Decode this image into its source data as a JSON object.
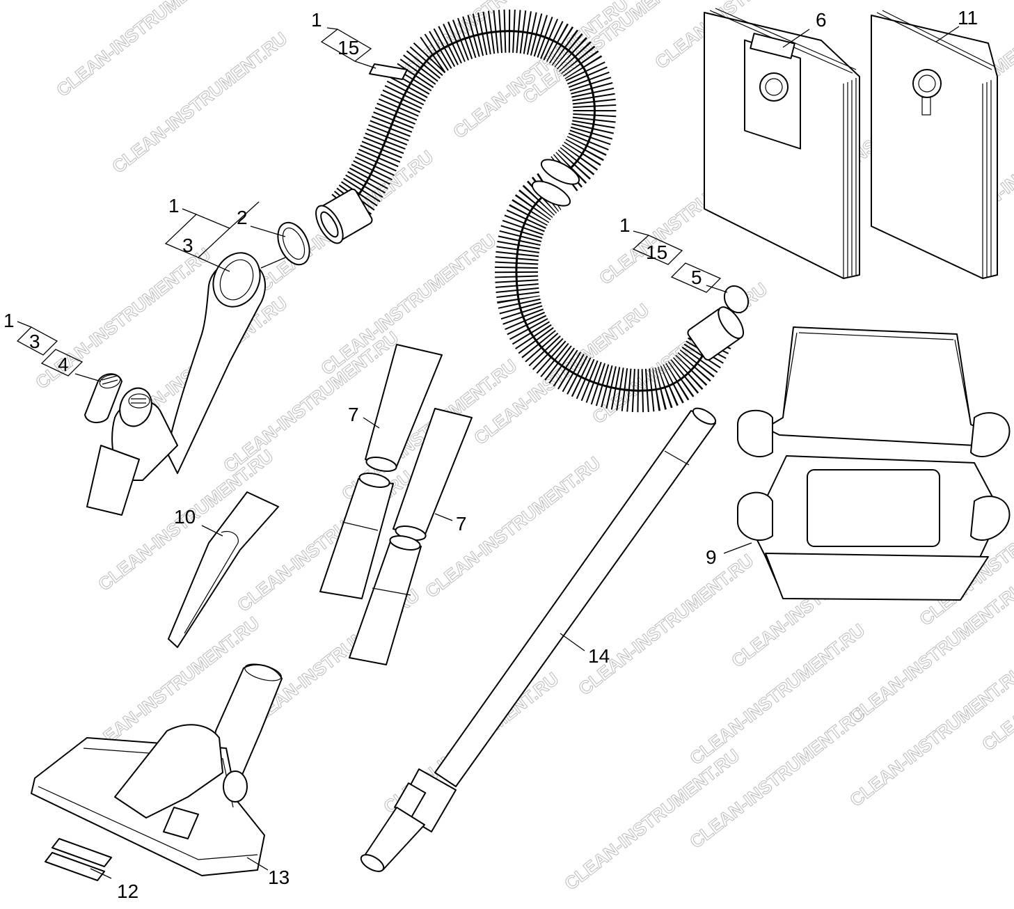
{
  "watermark": {
    "text": "CLEAN-INSTRUMENT.RU"
  },
  "callouts": {
    "hose_top": [
      "1",
      "15"
    ],
    "handle": [
      "1",
      "2",
      "3"
    ],
    "slider": [
      "1",
      "3",
      "4"
    ],
    "hose_end": [
      "1",
      "15",
      "5"
    ],
    "bag_6": "6",
    "bag_11": "11",
    "tube_7a": "7",
    "tube_7b": "7",
    "crevice_10": "10",
    "holder_9": "9",
    "tube_14": "14",
    "strips_12": "12",
    "floor_13": "13"
  }
}
